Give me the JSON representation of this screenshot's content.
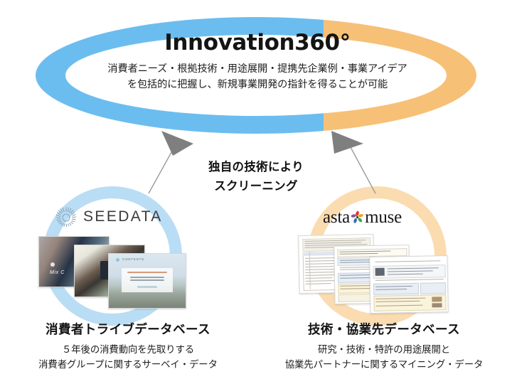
{
  "hero": {
    "title": "Innovation360°",
    "subtitle_line1": "消費者ニーズ・根拠技術・用途展開・提携先企業例・事業アイデア",
    "subtitle_line2": "を包括的に把握し、新規事業開発の指針を得ることが可能",
    "ring_color_left": "#6cbdef",
    "ring_color_right": "#f7c077"
  },
  "screening": {
    "line1": "独自の技術により",
    "line2": "スクリーニング",
    "arrow_color": "#808080"
  },
  "left_panel": {
    "ring_color": "#b9ddf4",
    "logo_text": "SEEDATA",
    "logo_icon": "sunburst-icon",
    "thumbnails": [
      {
        "label": "Mix C"
      },
      {
        "label": ""
      },
      {
        "label": "CONTENTS"
      }
    ],
    "caption_title": "消費者トライブデータベース",
    "caption_line1": "５年後の消費動向を先取りする",
    "caption_line2": "消費者グループに関するサーベイ・データ"
  },
  "right_panel": {
    "ring_color": "#fbdcb0",
    "logo_text_left": "asta",
    "logo_text_right": "muse",
    "logo_icon": "pinwheel-flower-icon",
    "thumbnails": [
      {
        "label": ""
      },
      {
        "label": ""
      },
      {
        "label": ""
      }
    ],
    "caption_title": "技術・協業先データベース",
    "caption_line1": "研究・技術・特許の用途展開と",
    "caption_line2": "協業先パートナーに関するマイニング・データ"
  }
}
